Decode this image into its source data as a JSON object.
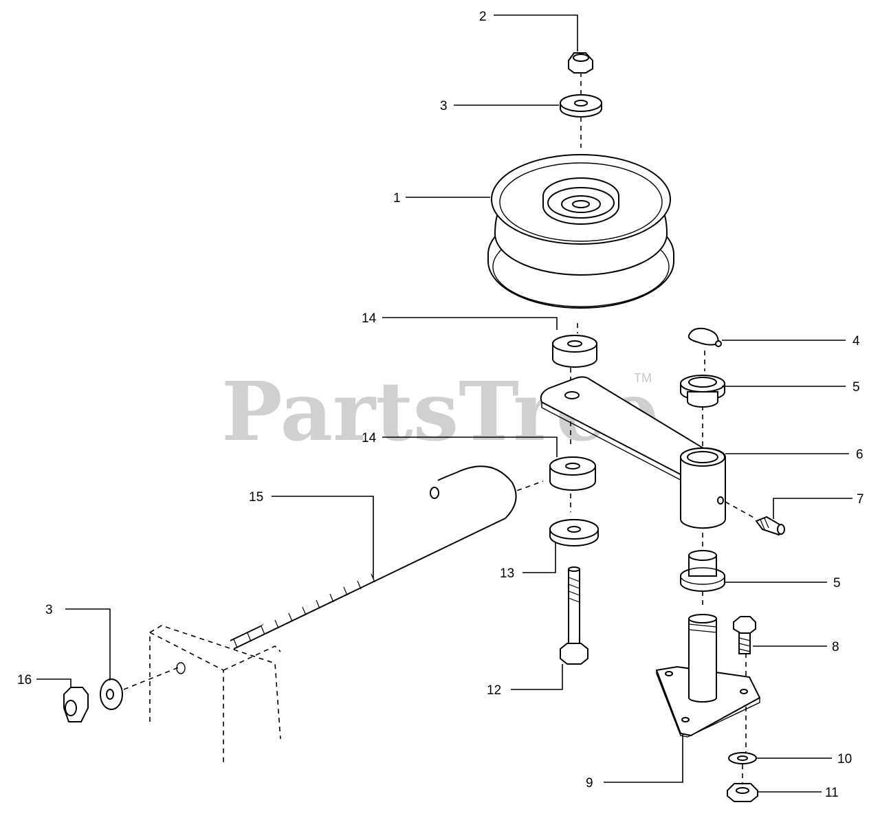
{
  "watermark": {
    "text": "PartsTree",
    "trademark": "TM"
  },
  "callouts": {
    "c1": "1",
    "c2": "2",
    "c3_top": "3",
    "c3_left": "3",
    "c4": "4",
    "c5_upper": "5",
    "c5_lower": "5",
    "c6": "6",
    "c7": "7",
    "c8": "8",
    "c9": "9",
    "c10": "10",
    "c11": "11",
    "c12": "12",
    "c13": "13",
    "c14_upper": "14",
    "c14_lower": "14",
    "c15": "15",
    "c16": "16"
  }
}
